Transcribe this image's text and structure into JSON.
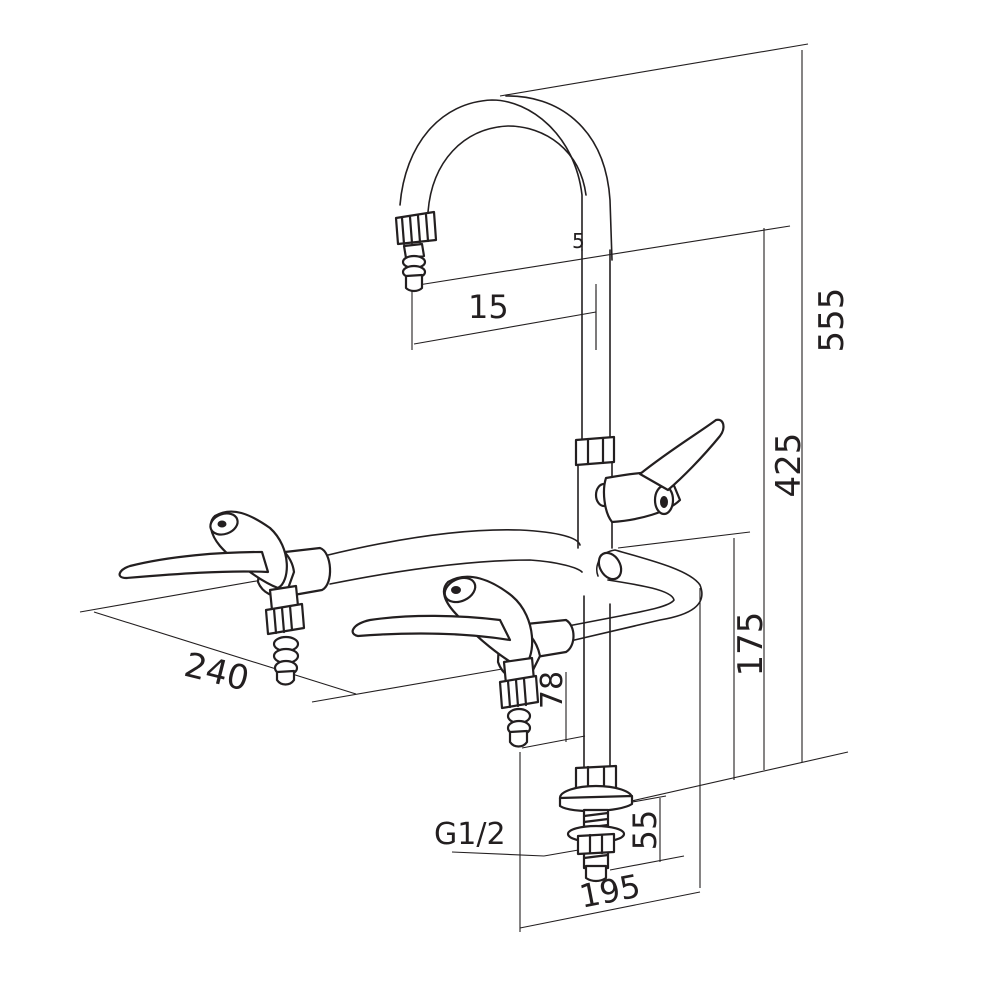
{
  "dimensions": {
    "d555": "555",
    "d425": "425",
    "d175": "175",
    "d15": "15",
    "d5": "5",
    "d240": "240",
    "d78": "78",
    "d55": "55",
    "d195": "195",
    "thread": "G1/2"
  },
  "colors": {
    "line": "#231f20",
    "background": "#ffffff"
  }
}
